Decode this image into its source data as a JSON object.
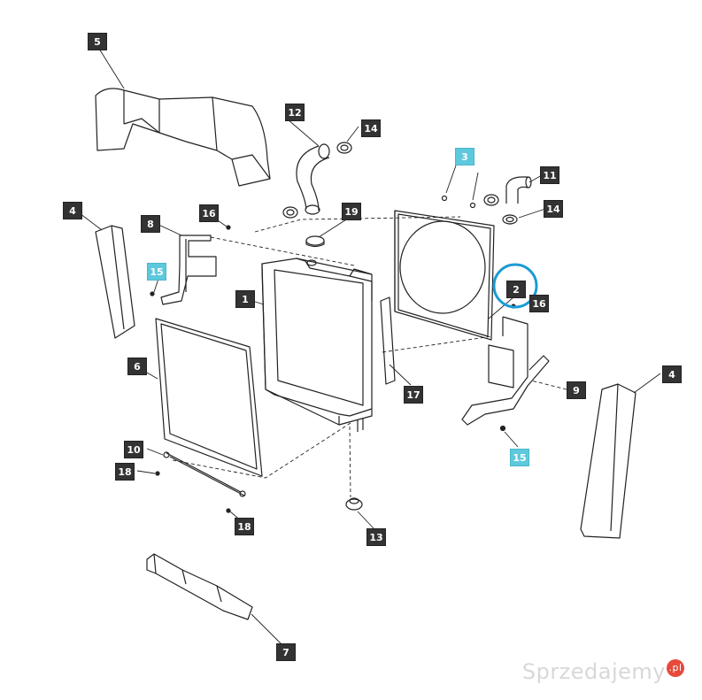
{
  "callouts": {
    "c1": "1",
    "c2": "2",
    "c3": "3",
    "c4a": "4",
    "c4b": "4",
    "c5": "5",
    "c6": "6",
    "c7": "7",
    "c8": "8",
    "c9": "9",
    "c10": "10",
    "c11": "11",
    "c12": "12",
    "c13": "13",
    "c14a": "14",
    "c14b": "14",
    "c15a": "15",
    "c15b": "15",
    "c16a": "16",
    "c16b": "16",
    "c17": "17",
    "c18a": "18",
    "c18b": "18",
    "c19": "19"
  },
  "highlighted_callouts": [
    "3",
    "15"
  ],
  "colors": {
    "callout_bg": "#333333",
    "callout_highlight_bg": "#5ec8dc",
    "circle_marker": "#1a9bd6",
    "line": "#222222"
  },
  "watermark": {
    "text": "Sprzedajemy",
    "badge": ".pl"
  }
}
